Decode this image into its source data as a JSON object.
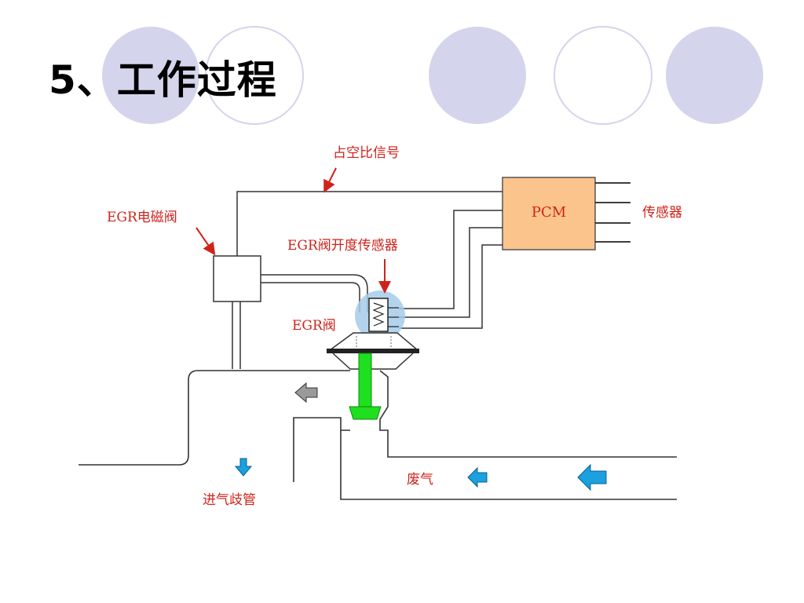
{
  "slide": {
    "title": "5、工作过程"
  },
  "diagram": {
    "labels": {
      "duty_signal": "占空比信号",
      "egr_solenoid": "EGR电磁阀",
      "pcm": "PCM",
      "sensors": "传感器",
      "egr_position_sensor": "EGR阀开度传感器",
      "egr_valve": "EGR阀",
      "intake_manifold": "进气歧管",
      "exhaust": "废气"
    },
    "colors": {
      "label_red": "#d0221b",
      "pcm_fill": "#fbc48d",
      "valve_green": "#1fe01f",
      "flow_blue": "#1ba0e0",
      "flow_gray": "#9a9a9a",
      "deco_circle": "#d4d4ec",
      "sensor_glow": "#a6cbea"
    }
  }
}
